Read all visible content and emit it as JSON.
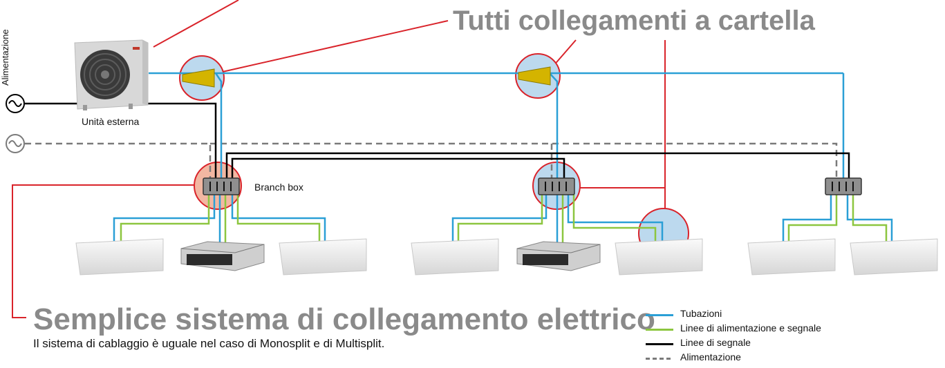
{
  "title_callout": "Tutti collegamenti a cartella",
  "bottom_callout": {
    "title": "Semplice sistema di collegamento elettrico",
    "subtitle": "Il sistema di cablaggio è uguale nel caso di Monosplit e di Multisplit."
  },
  "labels": {
    "outdoor_unit": "Unità esterna",
    "branch_box": "Branch box",
    "power": "Alimentazione"
  },
  "legend": [
    {
      "label": "Tubazioni",
      "color": "#2a9fd6",
      "style": "solid"
    },
    {
      "label": "Linee di alimentazione e segnale",
      "color": "#8cc63f",
      "style": "solid"
    },
    {
      "label": "Linee di segnale",
      "color": "#000000",
      "style": "solid"
    },
    {
      "label": "Alimentazione",
      "color": "#7a7a7a",
      "style": "dashed"
    }
  ],
  "colors": {
    "pipe": "#2a9fd6",
    "power_signal": "#8cc63f",
    "signal": "#000000",
    "power_dashed": "#7a7a7a",
    "callout_line": "#d9232a",
    "flare": "#d4b400",
    "highlight": "#bcd9ee"
  },
  "icons": [
    "outdoor-unit-icon",
    "branch-box-icon",
    "wall-unit-icon",
    "ducted-unit-icon",
    "ac-power-icon",
    "flare-fitting-icon"
  ]
}
